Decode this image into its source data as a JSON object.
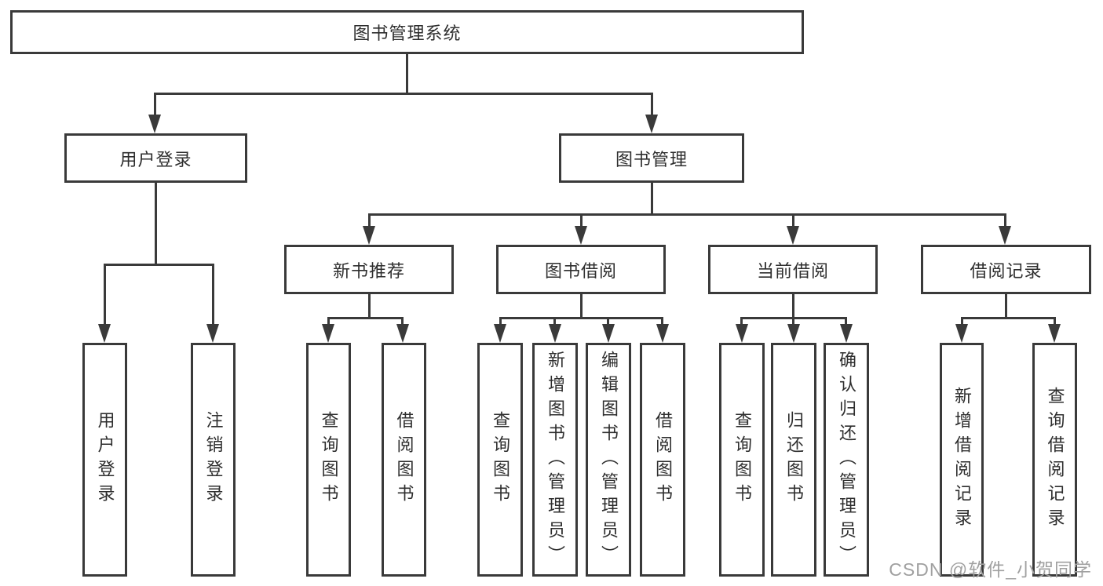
{
  "diagram": {
    "root": {
      "label": "图书管理系统"
    },
    "level2": [
      {
        "label": "用户登录"
      },
      {
        "label": "图书管理"
      }
    ],
    "level3": [
      {
        "label": "新书推荐"
      },
      {
        "label": "图书借阅"
      },
      {
        "label": "当前借阅"
      },
      {
        "label": "借阅记录"
      }
    ],
    "leaves": {
      "user_login": [
        "用户登录",
        "注销登录"
      ],
      "new_book": [
        "查询图书",
        "借阅图书"
      ],
      "book_borrow": [
        "查询图书",
        "新增图书（管理员）",
        "编辑图书（管理员）",
        "借阅图书"
      ],
      "current_borrow": [
        "查询图书",
        "归还图书",
        "确认归还（管理员）"
      ],
      "borrow_records": [
        "新增借阅记录",
        "查询借阅记录"
      ]
    }
  },
  "watermark": {
    "text": "CSDN @软件_小贺同学"
  },
  "colors": {
    "line": "#3a3a3a",
    "text": "#2e2e2e",
    "watermark": "#a0a0a0",
    "background": "#ffffff"
  }
}
